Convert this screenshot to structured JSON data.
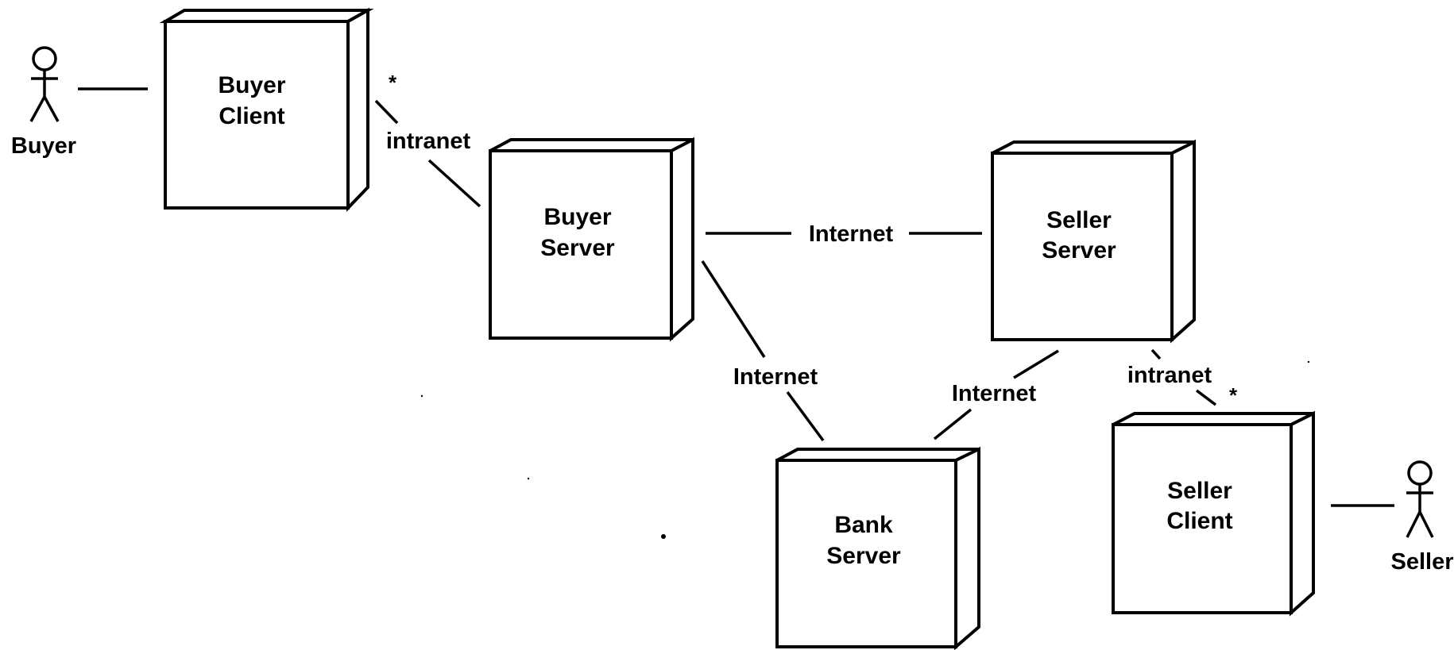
{
  "actors": {
    "buyer": "Buyer",
    "seller": "Seller"
  },
  "nodes": {
    "buyer_client": [
      "Buyer",
      "Client"
    ],
    "buyer_server": [
      "Buyer",
      "Server"
    ],
    "seller_server": [
      "Seller",
      "Server"
    ],
    "bank_server": [
      "Bank",
      "Server"
    ],
    "seller_client": [
      "Seller",
      "Client"
    ]
  },
  "links": {
    "buyer_client_to_buyer_server": "intranet",
    "buyer_server_to_seller_server": "Internet",
    "buyer_server_to_bank_server": "Internet",
    "seller_server_to_bank_server": "Internet",
    "seller_server_to_seller_client": "intranet"
  },
  "multiplicities": {
    "buyer_client_end": "*",
    "seller_client_end": "*"
  }
}
